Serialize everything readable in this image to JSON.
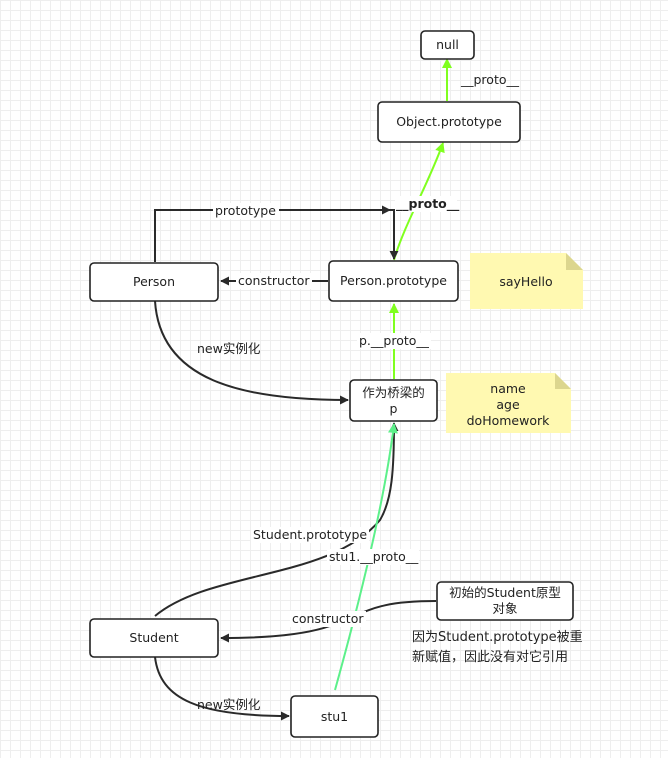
{
  "nodes": {
    "null": "null",
    "object_prototype": "Object.prototype",
    "person": "Person",
    "person_prototype": "Person.prototype",
    "bridge_p_line1": "作为桥梁的",
    "bridge_p_line2": "p",
    "student": "Student",
    "stu1": "stu1",
    "orig_student_proto_line1": "初始的Student原型",
    "orig_student_proto_line2": "对象"
  },
  "edges": {
    "object_proto_to_null": "__proto__",
    "person_proto_to_object": "__proto__",
    "person_prototype": "prototype",
    "constructor_to_person": "constructor",
    "new_person": "new实例化",
    "p_proto": "p.__proto__",
    "student_prototype": "Student.prototype",
    "stu1_proto": "stu1.__proto__",
    "constructor_to_student": "constructor",
    "new_student": "new实例化"
  },
  "notes": {
    "person_proto_note": [
      "sayHello"
    ],
    "p_note": [
      "name",
      "age",
      "doHomework"
    ]
  },
  "annotation": {
    "line1": "因为Student.prototype被重",
    "line2": "新赋值，因此没有对它引用"
  },
  "colors": {
    "black_edge": "#2a2a2a",
    "proto_chain_edge": "#80ff1f",
    "stu1_proto_edge": "#5cf08a",
    "note_fill": "#fff9b1"
  }
}
